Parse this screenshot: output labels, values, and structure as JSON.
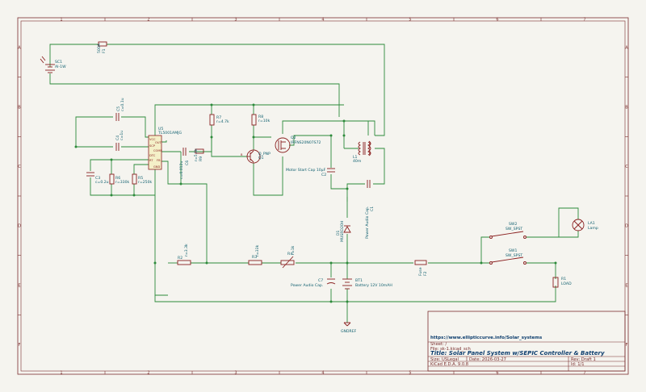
{
  "zones": {
    "columns": [
      "1",
      "2",
      "3",
      "4",
      "5",
      "6",
      "7"
    ],
    "rows": [
      "A",
      "B",
      "C",
      "D",
      "E",
      "F"
    ]
  },
  "components": {
    "sc1": {
      "ref": "SC1",
      "value": "AI-1W"
    },
    "f1": {
      "ref": "F1",
      "value": "500A"
    },
    "c5": {
      "ref": "C5",
      "value": "c=0.1u"
    },
    "c4": {
      "ref": "C4",
      "value": "c=1u"
    },
    "u5": {
      "ref": "U5",
      "value": "TL5001AMJG",
      "pins": [
        "DTC",
        "FB",
        "COMP",
        "SCP",
        "RT",
        "VCC",
        "OUT",
        "GND"
      ]
    },
    "c6": {
      "ref": "C6",
      "value": "c=0.012u"
    },
    "r9": {
      "ref": "R9",
      "value": "r=5.1k"
    },
    "c3": {
      "ref": "C3",
      "value": "c=0.2u"
    },
    "r6": {
      "ref": "R6",
      "value": "r=330k"
    },
    "r5": {
      "ref": "R5",
      "value": "r=250k"
    },
    "r7": {
      "ref": "R7",
      "value": "r=4.7k"
    },
    "r8": {
      "ref": "R8",
      "value": "r=10k"
    },
    "q1": {
      "ref": "Q1",
      "value": "Q_PNP"
    },
    "q2": {
      "ref": "Q2",
      "value": "IRFNS20N07S72"
    },
    "c2": {
      "ref": "C2",
      "value": "Motor Start Cap 10µF"
    },
    "l1": {
      "ref": "L1",
      "value": "40m"
    },
    "c1": {
      "ref": "C1",
      "value": "Power Audio Cap."
    },
    "d1": {
      "ref": "D1",
      "value": "MUSRD20H"
    },
    "r2": {
      "ref": "R2",
      "value": "r=3.3k"
    },
    "r3": {
      "ref": "R3",
      "value": "r=33k"
    },
    "r4": {
      "ref": "R4",
      "value": "r=1k"
    },
    "c7": {
      "ref": "C7",
      "value": "Power Audio Cap."
    },
    "bt1": {
      "ref": "BT1",
      "value": "Battery 12V 10mAH"
    },
    "f2": {
      "ref": "F2",
      "value": "Fuse"
    },
    "sw1": {
      "ref": "SW1",
      "value": "SW_SPST"
    },
    "sw2": {
      "ref": "SW2",
      "value": "SW_SPST"
    },
    "la1": {
      "ref": "LA1",
      "value": "Lamp"
    },
    "r1": {
      "ref": "R1",
      "value": "LOAD"
    },
    "gnd": {
      "label": "GNDREF"
    }
  },
  "title_block": {
    "url": "https://www.ellipticcurve.info/Solar_systems",
    "sheet": "Sheet: /",
    "file": "File: sk-1.kicad_sch",
    "title": "Title: Solar Panel System w/SEPIC Controller & Battery",
    "size": "Size: USLegal",
    "date": "Date: 2026-03-27",
    "rev": "Rev: Draft 1",
    "tool": "KiCad E.D.A. 9.0.8",
    "id": "Id: 1/1"
  },
  "colors": {
    "frame": "#7a2e2e",
    "wire": "#2c8a3a",
    "part": "#8a2020",
    "ref_text": "#0f5f6f",
    "background": "#f5f4ef"
  }
}
